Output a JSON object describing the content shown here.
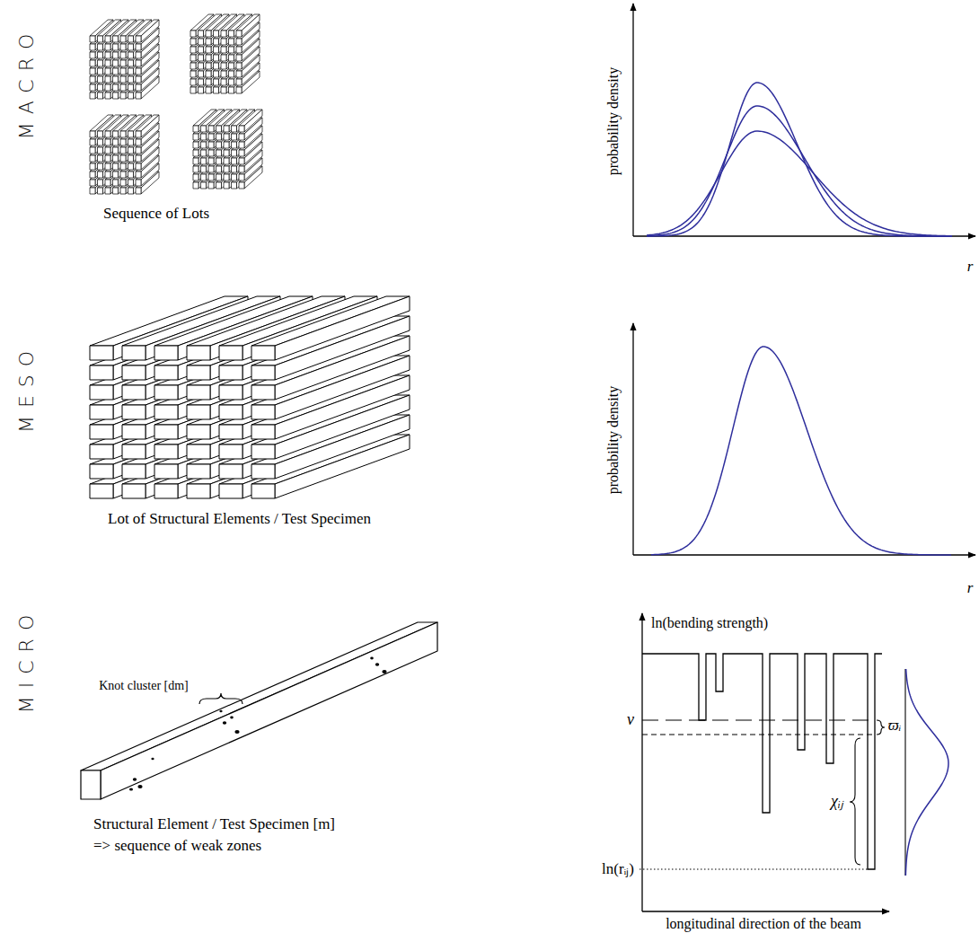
{
  "diagram": {
    "labels": [
      "MACRO",
      "Sequence of Lots",
      "probability density",
      "r",
      "MESO",
      "Lot of Structural Elements / Test Specimen",
      "probability density",
      "r",
      "MICRO",
      "Knot cluster [dm]",
      "Structural Element / Test Specimen [m] => sequence of weak zones",
      "ln(bending strength)",
      "ν",
      "ϖᵢ",
      "χᵢⱼ",
      "ln(rᵢⱼ)",
      "longitudinal direction of the beam"
    ]
  }
}
